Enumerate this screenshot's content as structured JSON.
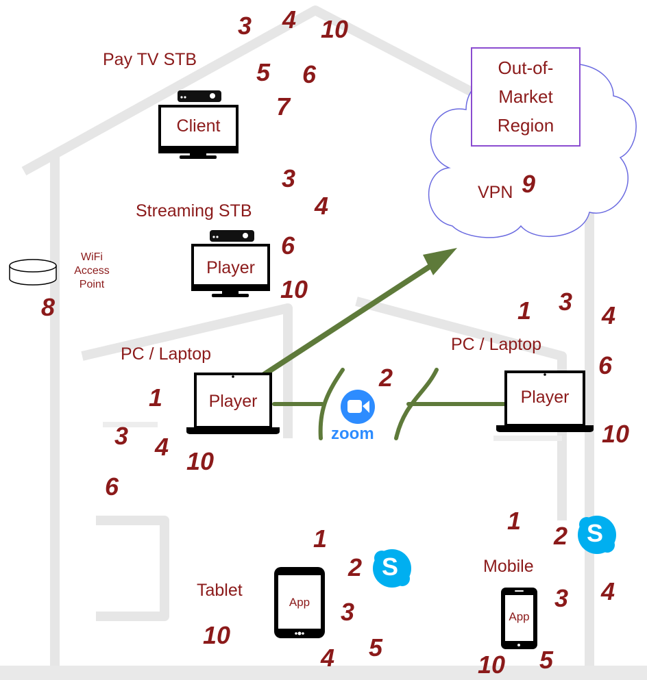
{
  "colors": {
    "label": "#8b1a1a",
    "arrow": "#5e7a3a",
    "cloud_stroke": "#6a6ae0",
    "region_border": "#8a4bd0",
    "zoom_blue": "#2d8cff",
    "skype_blue": "#00aff0",
    "house_bg": "#ececec"
  },
  "devices": {
    "pay_tv_stb": {
      "label": "Pay TV STB",
      "screen": "Client",
      "numbers": [
        "3",
        "4",
        "10",
        "5",
        "6",
        "7"
      ]
    },
    "streaming_stb": {
      "label": "Streaming STB",
      "screen": "Player",
      "numbers": [
        "3",
        "4",
        "6",
        "10"
      ]
    },
    "wifi_ap": {
      "label_lines": [
        "WiFi",
        "Access",
        "Point"
      ],
      "numbers": [
        "8"
      ]
    },
    "pc_left": {
      "label": "PC / Laptop",
      "screen": "Player",
      "numbers": [
        "1",
        "3",
        "4",
        "10",
        "6"
      ]
    },
    "pc_right": {
      "label": "PC / Laptop",
      "screen": "Player",
      "numbers": [
        "1",
        "3",
        "4",
        "6",
        "10"
      ]
    },
    "tablet": {
      "label": "Tablet",
      "screen": "App",
      "numbers": [
        "1",
        "2",
        "3",
        "10",
        "4",
        "5"
      ]
    },
    "mobile": {
      "label": "Mobile",
      "screen": "App",
      "numbers": [
        "1",
        "2",
        "3",
        "4",
        "10",
        "5"
      ]
    }
  },
  "zoom": {
    "label": "zoom",
    "number": "2",
    "icon": "zoom-camera-icon"
  },
  "cloud": {
    "region_lines": [
      "Out-of-",
      "Market",
      "Region"
    ],
    "vpn_label": "VPN",
    "number": "9"
  },
  "icons": {
    "skype": "skype-icon",
    "set_top_box": "set-top-box-icon",
    "monitor": "monitor-icon",
    "laptop": "laptop-icon",
    "tablet": "tablet-icon",
    "phone": "phone-icon",
    "router": "router-icon",
    "skype_letter": "S"
  }
}
